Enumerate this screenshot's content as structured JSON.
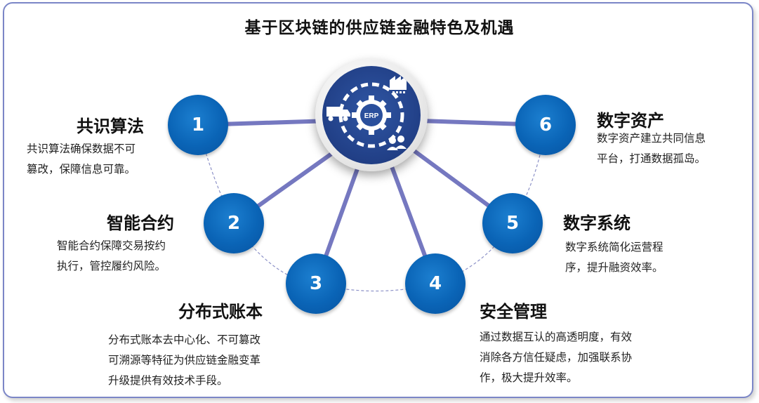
{
  "title": "基于区块链的供应链金融特色及机遇",
  "hub": {
    "label": "ERP"
  },
  "colors": {
    "node": "#0a64b6",
    "connector": "#7578c0",
    "hub": "#213f86"
  },
  "items": [
    {
      "number": "1",
      "heading": "共识算法",
      "lines": [
        "共识算法确保数据不可",
        "篡改，保障信息可靠。"
      ]
    },
    {
      "number": "2",
      "heading": "智能合约",
      "lines": [
        "智能合约保障交易按约",
        "执行，管控履约风险。"
      ]
    },
    {
      "number": "3",
      "heading": "分布式账本",
      "lines": [
        "分布式账本去中心化、不可篡改",
        "可溯源等特征为供应链金融变革",
        "升级提供有效技术手段。"
      ]
    },
    {
      "number": "4",
      "heading": "安全管理",
      "lines": [
        "通过数据互认的高透明度，有效",
        "消除各方信任疑虑，加强联系协",
        "作，极大提升效率。"
      ]
    },
    {
      "number": "5",
      "heading": "数字系统",
      "lines": [
        "数字系统简化运营程",
        "序，提升融资效率。"
      ]
    },
    {
      "number": "6",
      "heading": "数字资产",
      "lines": [
        "数字资产建立共同信息",
        "平台，打通数据孤岛。"
      ]
    }
  ]
}
